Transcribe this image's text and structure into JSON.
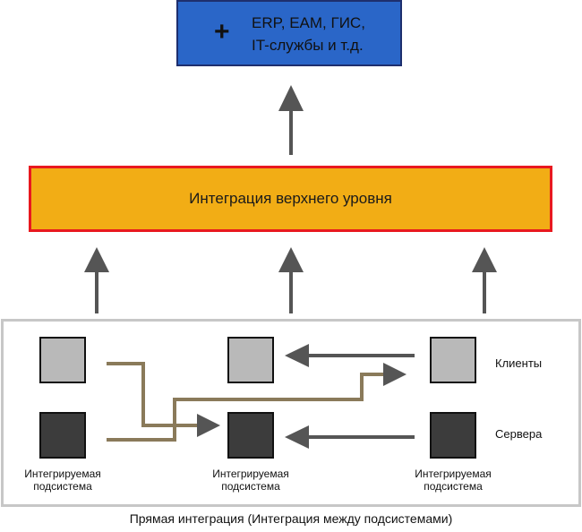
{
  "top_box": {
    "plus": "+",
    "line1": "ERP, EAM, ГИС,",
    "line2": "IT-службы и т.д."
  },
  "middle_box": {
    "label": "Интеграция верхнего уровня"
  },
  "row_labels": {
    "clients": "Клиенты",
    "servers": "Сервера"
  },
  "subsystems": [
    {
      "line1": "Интегрируемая",
      "line2": "подсистема"
    },
    {
      "line1": "Интегрируемая",
      "line2": "подсистема"
    },
    {
      "line1": "Интегрируемая",
      "line2": "подсистема"
    }
  ],
  "caption": "Прямая интеграция (Интеграция между подсистемами)",
  "colors": {
    "top_box_fill": "#2a66c8",
    "middle_box_fill": "#f2ad15",
    "middle_box_border": "#e8191f",
    "client_square": "#b9b9b9",
    "server_square": "#3c3c3c",
    "arrow": "#555555",
    "connector": "#8a7a5a"
  }
}
